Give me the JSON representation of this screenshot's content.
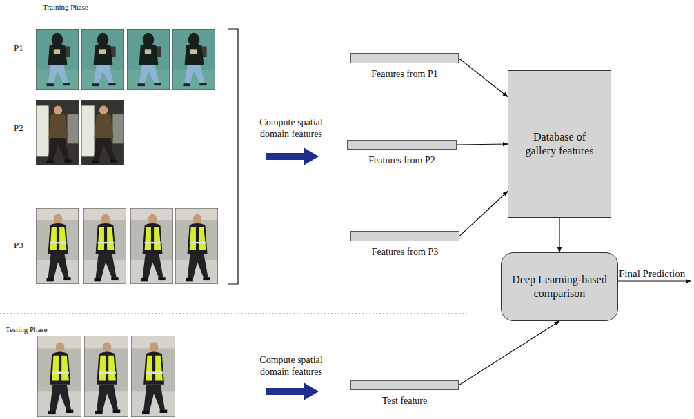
{
  "diagram": {
    "nodes": [
      {
        "text": [
          "Features from P1"
        ]
      },
      {
        "text": [
          "Features from P2"
        ]
      },
      {
        "text": [
          "Features from P3"
        ]
      },
      {
        "text": [
          "Database of gallery features"
        ]
      },
      {
        "text": [
          "Deep Learning-based comparison"
        ]
      },
      {
        "text": [
          "Test feature"
        ]
      }
    ],
    "edges": [
      {
        "from": 0,
        "to": 3,
        "arrow": "to"
      },
      {
        "from": 1,
        "to": 3,
        "arrow": "to"
      },
      {
        "from": 2,
        "to": 3,
        "arrow": "to"
      },
      {
        "from": 3,
        "to": 4,
        "arrow": "to"
      },
      {
        "from": 5,
        "to": 4,
        "arrow": "to"
      }
    ],
    "labels": [
      "Training Phase",
      "P1",
      "P2",
      "P3",
      "Compute spatial domain features",
      "Compute spatial domain features",
      "Final Prediction",
      "Testing Phase"
    ]
  }
}
